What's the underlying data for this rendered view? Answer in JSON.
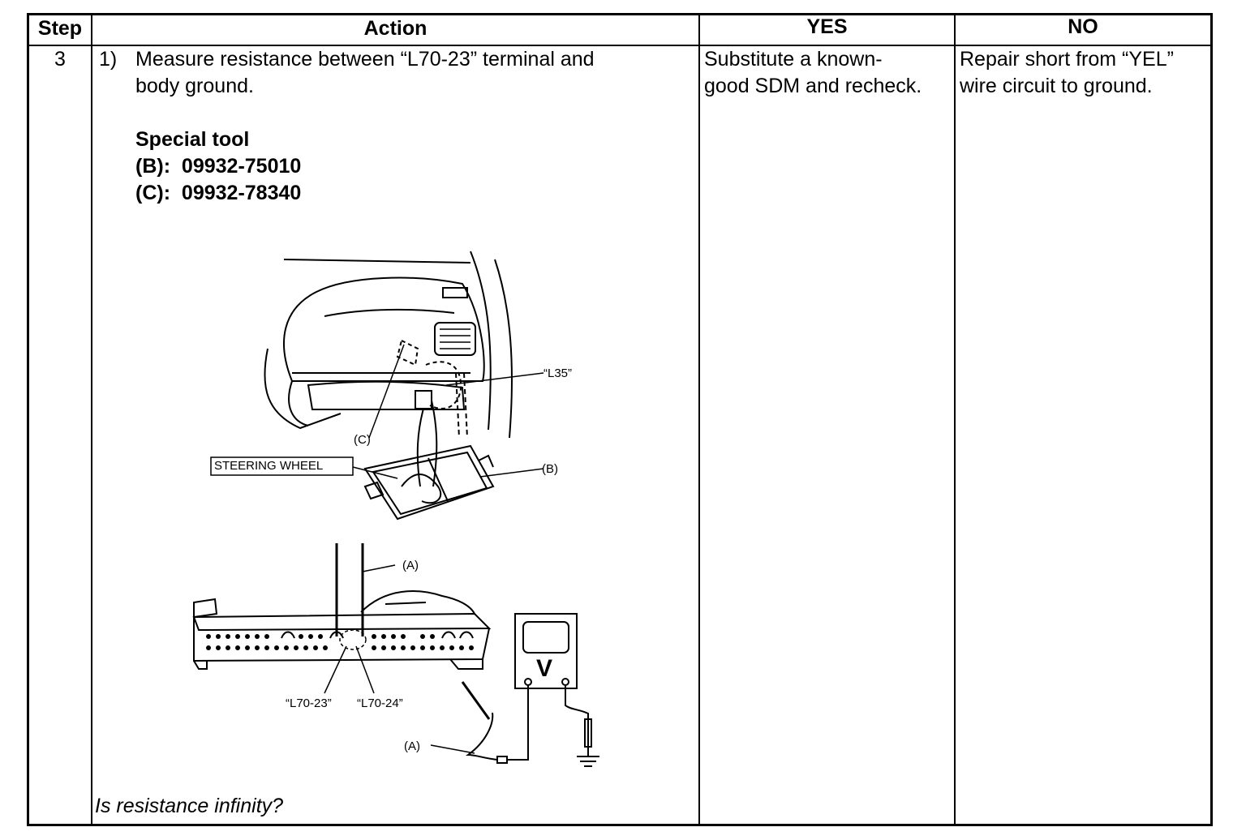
{
  "table": {
    "headers": {
      "step": "Step",
      "action": "Action",
      "yes": "YES",
      "no": "NO"
    },
    "row": {
      "step": "3",
      "action": {
        "item_number": "1)",
        "line1": "Measure resistance between “L70-23” terminal and",
        "line2": "body ground.",
        "special_tool_title": "Special tool",
        "tool_b": "(B):  09932-75010",
        "tool_c": "(C):  09932-78340",
        "question": "Is resistance infinity?"
      },
      "yes_line1": "Substitute a known-",
      "yes_line2": "good SDM and recheck.",
      "no_line1": "Repair short from “YEL”",
      "no_line2": "wire circuit to ground."
    }
  },
  "figure1": {
    "label_l35": "“L35”",
    "label_c": "(C)",
    "label_steering": "STEERING WHEEL",
    "label_b": "(B)"
  },
  "figure2": {
    "label_a_top": "(A)",
    "label_l7023": "“L70-23”",
    "label_l7024": "“L70-24”",
    "label_a_bottom": "(A)",
    "meter_letter": "V"
  }
}
